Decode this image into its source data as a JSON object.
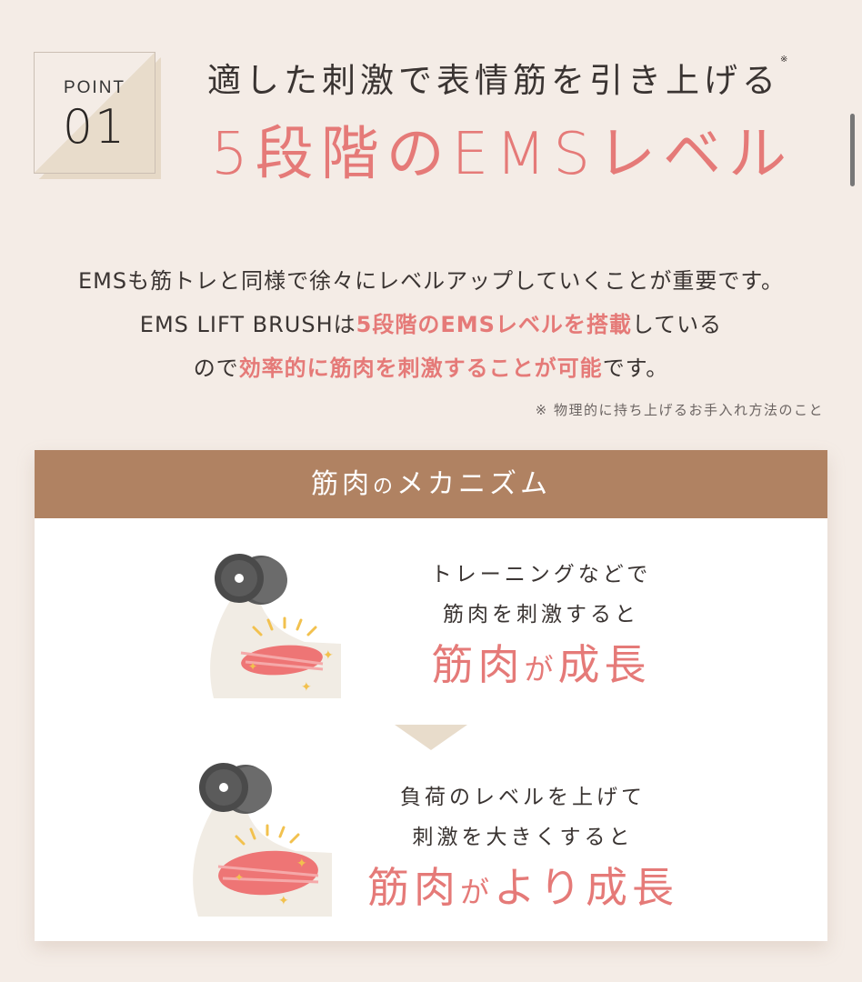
{
  "point": {
    "label": "POINT",
    "number": "01"
  },
  "headline": {
    "subtitle": "適した刺激で表情筋を引き上げる",
    "subtitle_mark": "※",
    "title": "5段階のEMSレベル"
  },
  "body": {
    "line1": "EMSも筋トレと同様で徐々にレベルアップしていくことが重要です。",
    "line2_prefix": "EMS LIFT BRUSHは",
    "line2_highlight": "5段階のEMSレベルを搭載",
    "line2_suffix": "している",
    "line3_prefix": "ので",
    "line3_highlight": "効率的に筋肉を刺激することが可能",
    "line3_suffix": "です。"
  },
  "footnote": "※ 物理的に持ち上げるお手入れ方法のこと",
  "mechanism": {
    "title_a": "筋肉",
    "title_b": "の",
    "title_c": "メカニズム",
    "steps": [
      {
        "line1": "トレーニングなどで",
        "line2": "筋肉を刺激すると",
        "big_a": "筋肉",
        "big_b": "が",
        "big_c": "成長"
      },
      {
        "line1": "負荷のレベルを上げて",
        "line2": "刺激を大きくすると",
        "big_a": "筋肉",
        "big_b": "が",
        "big_c": "より成長"
      }
    ]
  },
  "colors": {
    "background": "#f4ece6",
    "accent_pink": "#e57a78",
    "header_brown": "#b08262",
    "beige": "#e8dccb",
    "text": "#3a3432"
  }
}
